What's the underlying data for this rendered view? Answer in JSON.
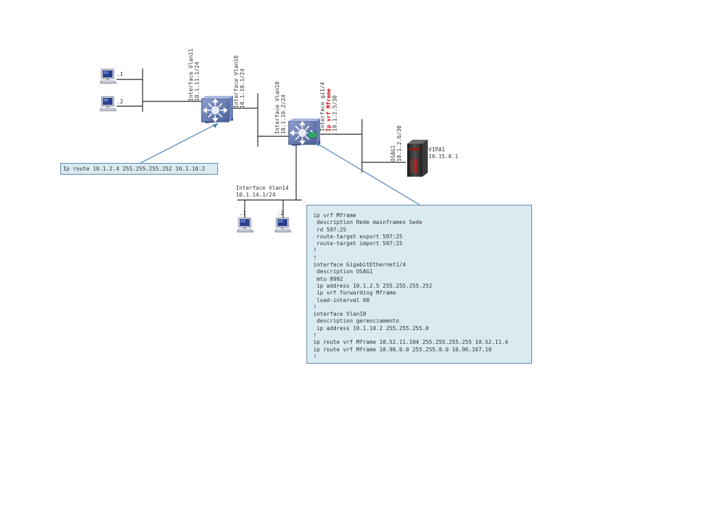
{
  "pc_top": {
    "host1_label": ".1",
    "host2_label": ".2"
  },
  "core_switch": {
    "iface_vlan11": "Interface Vlan11",
    "iface_vlan11_ip": "10.1.11.1/24",
    "iface_vlan10": "Interface Vlan10",
    "iface_vlan10_ip": "10.1.10.1/24"
  },
  "route_note": {
    "text": "Ip route 10.1.2.4 255.255.255.252 10.1.10.2"
  },
  "access_switch": {
    "iface_vlan10": "Interface Vlan10",
    "iface_vlan10_ip": "10.1.10.2/24",
    "iface_gi": "Interface gi1/4",
    "iface_vrf": "Ip vrf Mframe",
    "iface_gi_ip": "10.1.2.5/30"
  },
  "mainframe": {
    "osa_name": "OSAG1",
    "osa_ip": "10.1.2.6/30",
    "vipa_name": "VIPA1",
    "vipa_ip": "10.15.0.1"
  },
  "vlan14": {
    "iface": "Interface Vlan14",
    "ip": "10.1.14.1/24",
    "host1_label": ".1",
    "host2_label": ".2"
  },
  "config": {
    "lines": [
      "ip vrf Mframe",
      " description Rede mainframes Sede",
      " rd 597:25",
      " route-target export 597:25",
      " route-target import 597:25",
      "!",
      "!",
      "interface GigabitEthernet1/4",
      " description OSAG1",
      " mtu 8992",
      " ip address 10.1.2.5 255.255.255.252",
      " ip vrf forwarding Mframe",
      " load-interval 60",
      "!",
      "interface Vlan10",
      " description gerenciamento",
      " ip address 10.1.10.2 255.255.255.0",
      "!",
      "ip route vrf Mframe 10.52.11.104 255.255.255.255 10.52.11.4",
      "ip route vrf Mframe 10.96.0.0 255.255.0.0 10.96.167.10",
      "!"
    ]
  },
  "colors": {
    "callout_fill": "#daeaf1",
    "callout_border": "#5a86b0",
    "highlight_text": "#cc0000",
    "switch_body": "#5870a8"
  }
}
